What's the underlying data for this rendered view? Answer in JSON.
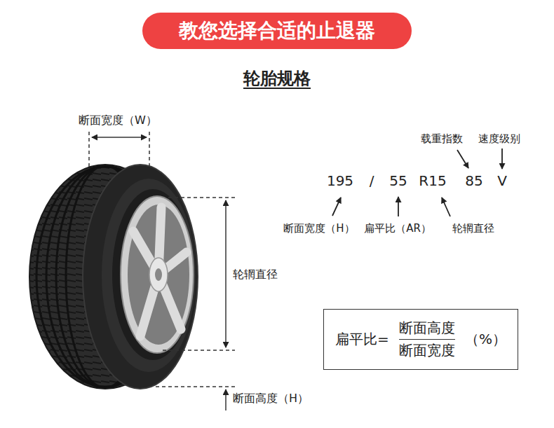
{
  "diagram": {
    "title": "教您选择合适的止退器",
    "nodes": [
      {
        "text": [
          "扁平比=",
          "断面高度",
          "断面宽度",
          "（%）"
        ]
      }
    ],
    "labels": [
      "轮胎规格",
      "断面宽度（W）",
      "载重指数",
      "速度级别",
      "195",
      "/",
      "55",
      "R15",
      "85",
      "V",
      "断面宽度（H）",
      "扁平比（AR）",
      "轮辋直径",
      "轮辋直径",
      "断面高度（H）"
    ]
  }
}
